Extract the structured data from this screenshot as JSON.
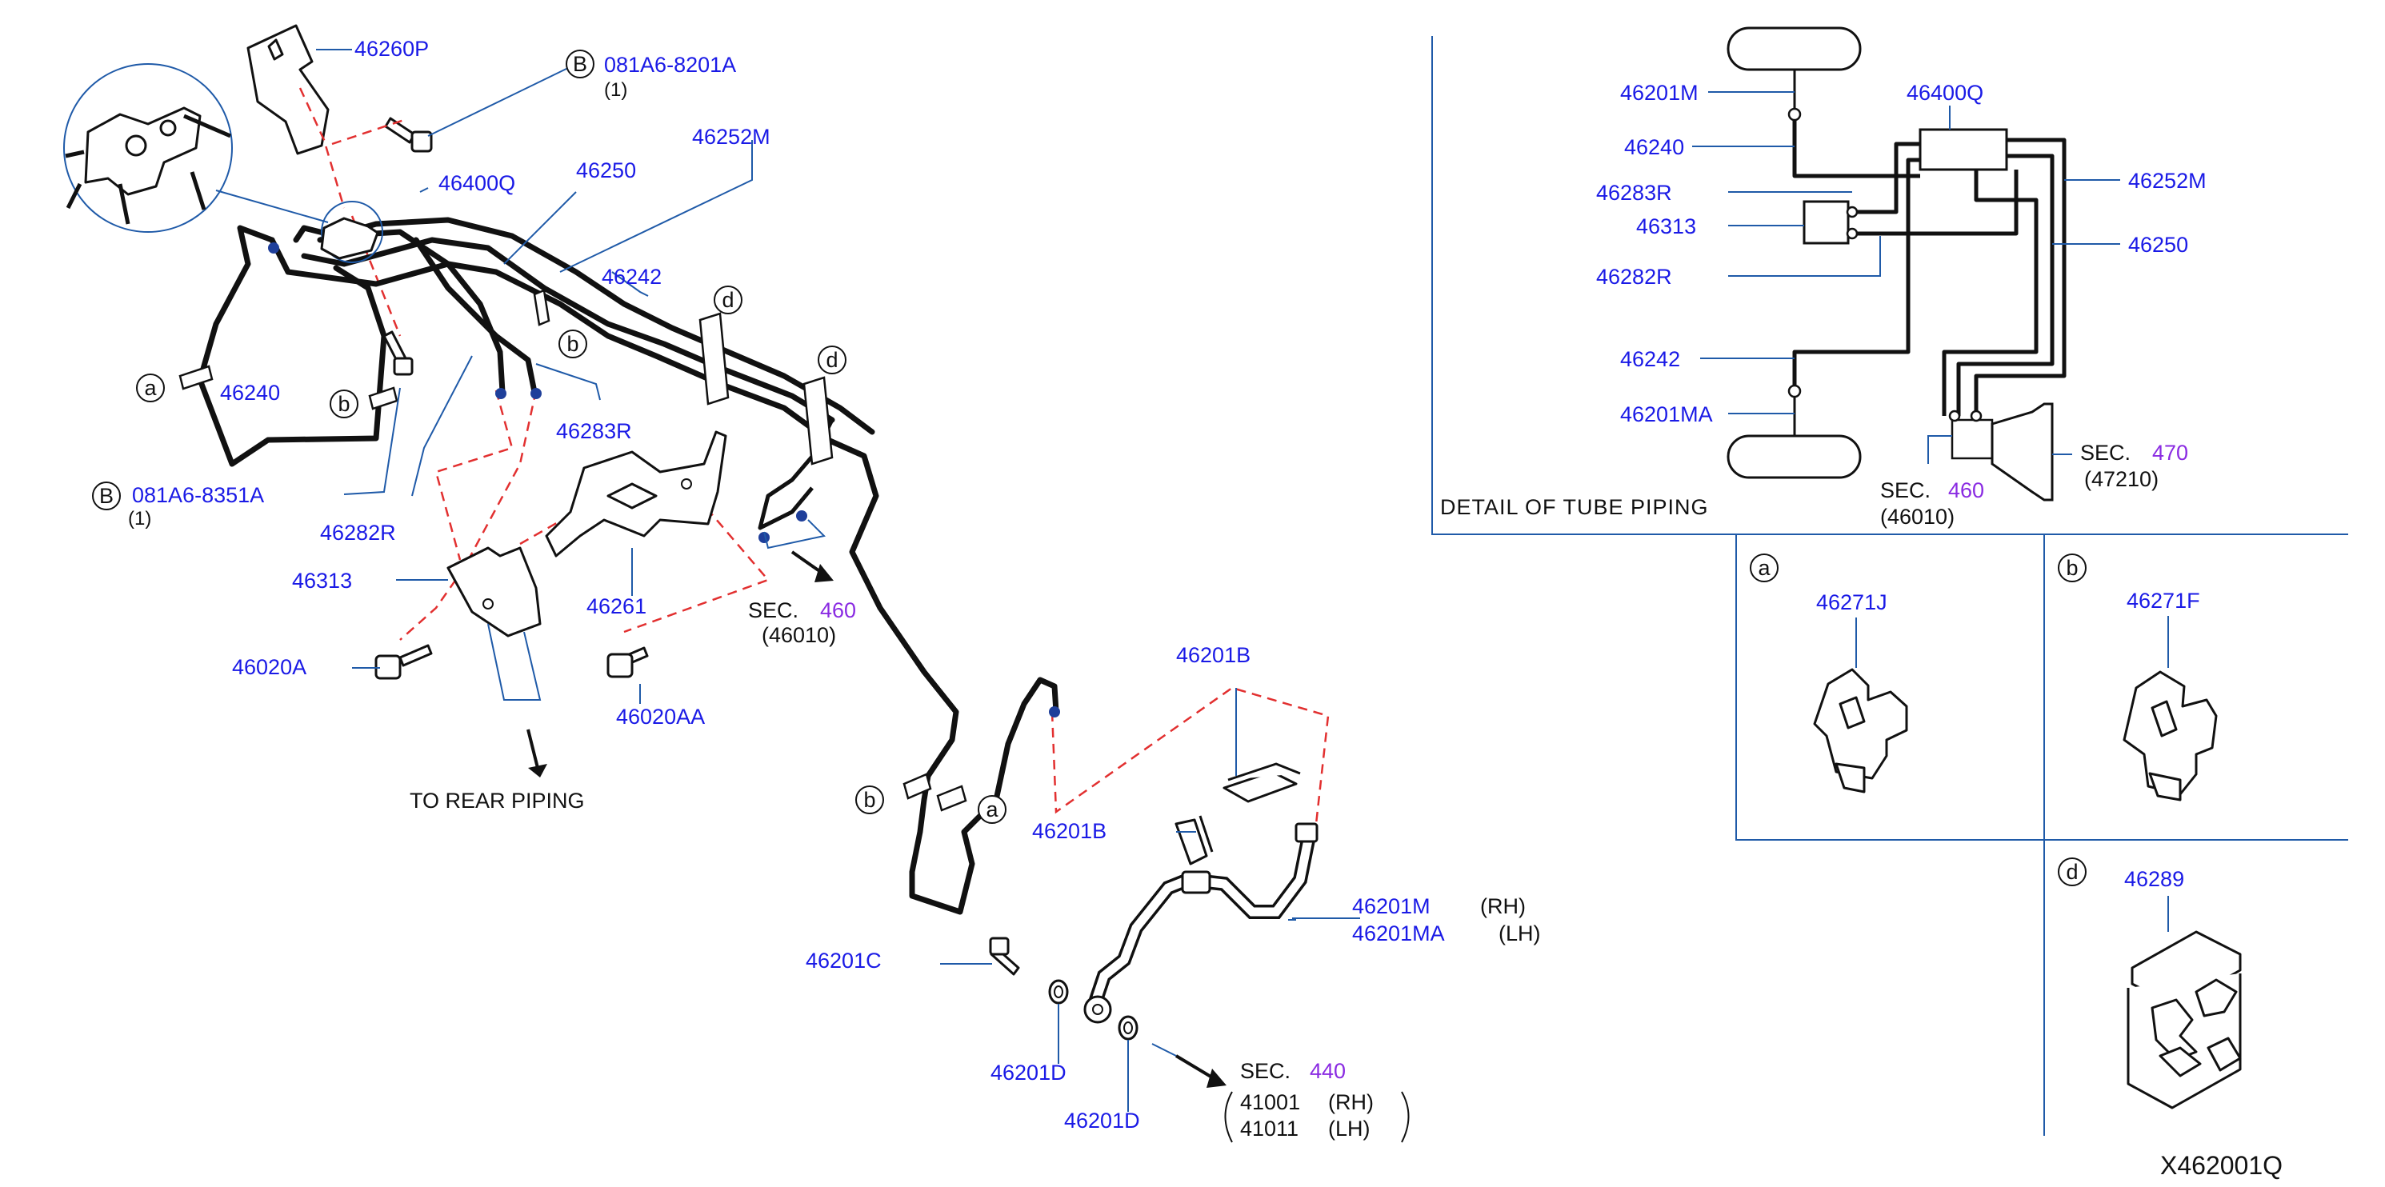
{
  "diagram_id": "X462001Q",
  "parts_main": {
    "p46260P": "46260P",
    "bolt_top_code": "081A6-8201A",
    "bolt_top_qty": "(1)",
    "p46400Q": "46400Q",
    "p46250": "46250",
    "p46252M": "46252M",
    "p46242": "46242",
    "p46240": "46240",
    "p46283R": "46283R",
    "bolt_left_code": "081A6-8351A",
    "bolt_left_qty": "(1)",
    "p46282R": "46282R",
    "p46313": "46313",
    "p46261": "46261",
    "p46020A": "46020A",
    "p46020AA": "46020AA",
    "sec460_prefix": "SEC.",
    "sec460_num": "460",
    "sec460_ref": "(46010)",
    "to_rear": "TO  REAR  PIPING",
    "p46201B_top": "46201B",
    "p46201B_left": "46201B",
    "p46201M": "46201M",
    "rh": "(RH)",
    "p46201MA": "46201MA",
    "lh": "(LH)",
    "p46201C": "46201C",
    "p46201D_a": "46201D",
    "p46201D_b": "46201D",
    "sec440_prefix": "SEC.",
    "sec440_num": "440",
    "ref41001": "41001",
    "ref41001_side": "(RH)",
    "ref41011": "41011",
    "ref41011_side": "(LH)"
  },
  "callouts": {
    "B": "B",
    "a": "a",
    "b": "b",
    "d": "d"
  },
  "detail": {
    "title": "DETAIL  OF  TUBE  PIPING",
    "p46201M": "46201M",
    "p46240": "46240",
    "p46283R": "46283R",
    "p46313": "46313",
    "p46282R": "46282R",
    "p46242": "46242",
    "p46201MA": "46201MA",
    "p46400Q": "46400Q",
    "p46252M": "46252M",
    "p46250": "46250",
    "sec460_prefix": "SEC.",
    "sec460_num": "460",
    "sec460_ref": "(46010)",
    "sec470_prefix": "SEC.",
    "sec470_num": "470",
    "sec470_ref": "(47210)"
  },
  "insets": {
    "a_letter": "a",
    "a_part": "46271J",
    "b_letter": "b",
    "b_part": "46271F",
    "d_letter": "d",
    "d_part": "46289"
  },
  "colors": {
    "part_number": "#1a1ae6",
    "section_number": "#8a2be2",
    "leader": "#1f5aa8",
    "dashed": "#e23030"
  }
}
